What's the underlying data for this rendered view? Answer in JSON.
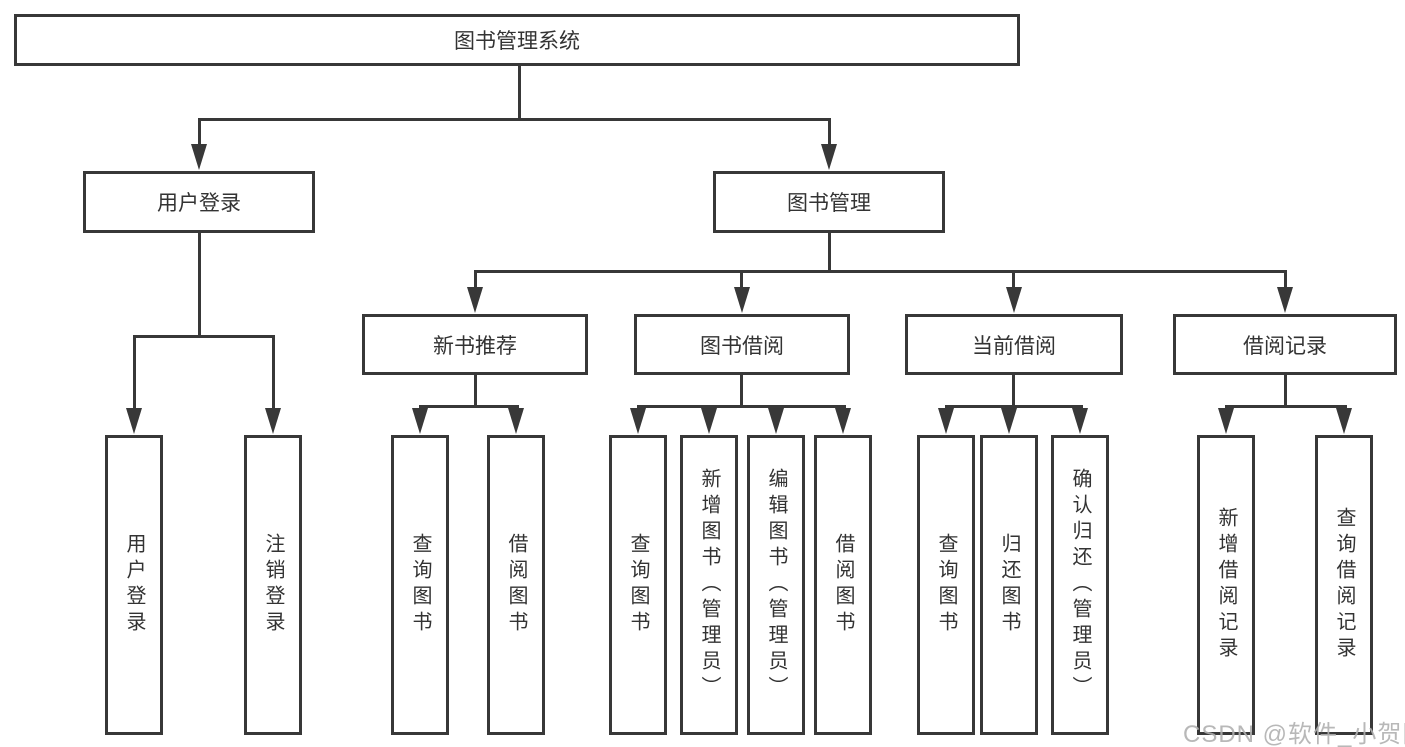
{
  "nodes": {
    "root": "图书管理系统",
    "level2": [
      "用户登录",
      "图书管理"
    ],
    "level3": [
      "新书推荐",
      "图书借阅",
      "当前借阅",
      "借阅记录"
    ],
    "leaves_login": [
      "用户登录",
      "注销登录"
    ],
    "leaves_new_book": [
      "查询图书",
      "借阅图书"
    ],
    "leaves_book_borrow": [
      "查询图书",
      "新增图书（管理员）",
      "编辑图书（管理员）",
      "借阅图书"
    ],
    "leaves_current_borrow": [
      "查询图书",
      "归还图书",
      "确认归还（管理员）"
    ],
    "leaves_borrow_record": [
      "新增借阅记录",
      "查询借阅记录"
    ]
  },
  "watermark": "CSDN @软件_小贺同学",
  "colors": {
    "line": "#383838",
    "text": "#333333",
    "watermark": "#b0b0b0",
    "background": "#ffffff"
  }
}
